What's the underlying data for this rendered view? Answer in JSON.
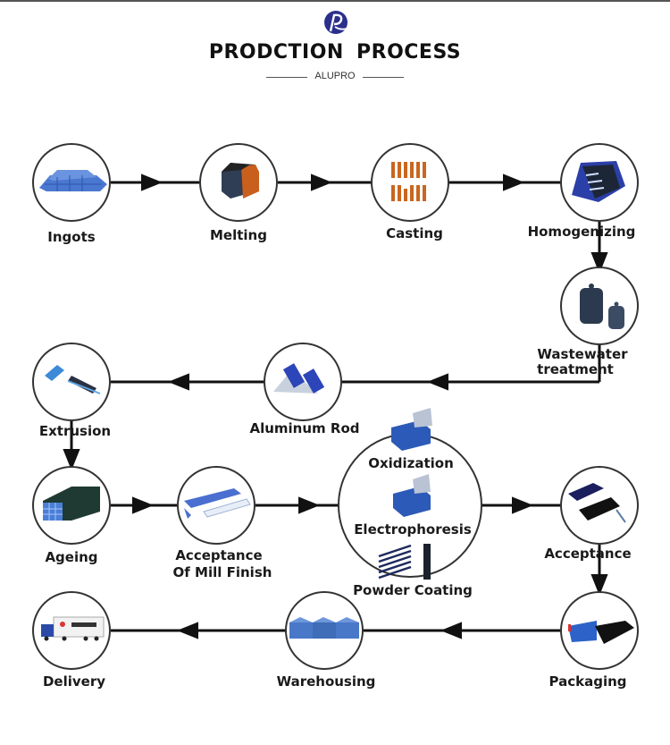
{
  "header": {
    "logo": "alupro-logo-icon",
    "title": "PRODCTION  PROCESS",
    "subtitle": "ALUPRO"
  },
  "colors": {
    "line": "#111111",
    "circle_stroke": "#333333",
    "brand_blue": "#2b2f8c",
    "icon_blue": "#4a78d0",
    "icon_orange": "#c9661f"
  },
  "steps": [
    {
      "id": "ingots",
      "label": "Ingots",
      "icon": "ingots-icon"
    },
    {
      "id": "melting",
      "label": "Melting",
      "icon": "furnace-icon"
    },
    {
      "id": "casting",
      "label": "Casting",
      "icon": "cast-bars-icon"
    },
    {
      "id": "homogenizing",
      "label": "Homogenizing",
      "icon": "homogenizing-furnace-icon"
    },
    {
      "id": "wastewater",
      "label": "Wastewater",
      "label2": "treatment",
      "icon": "water-tanks-icon"
    },
    {
      "id": "aluminum-rod",
      "label": "Aluminum Rod",
      "icon": "aluminum-rod-icon"
    },
    {
      "id": "extrusion",
      "label": "Extrusion",
      "icon": "extrusion-press-icon"
    },
    {
      "id": "ageing",
      "label": "Ageing",
      "icon": "ageing-oven-icon"
    },
    {
      "id": "acceptance-mill",
      "label": "Acceptance",
      "label2": "Of Mill Finish",
      "icon": "profiles-icon"
    },
    {
      "id": "surface-treatment",
      "sublabels": [
        "Oxidization",
        "Electrophoresis",
        "Powder Coating"
      ],
      "icon": "surface-treatment-icon"
    },
    {
      "id": "acceptance",
      "label": "Acceptance",
      "icon": "finished-profiles-icon"
    },
    {
      "id": "packaging",
      "label": "Packaging",
      "icon": "packaging-icon"
    },
    {
      "id": "warehousing",
      "label": "Warehousing",
      "icon": "warehouse-icon"
    },
    {
      "id": "delivery",
      "label": "Delivery",
      "icon": "truck-icon"
    }
  ]
}
